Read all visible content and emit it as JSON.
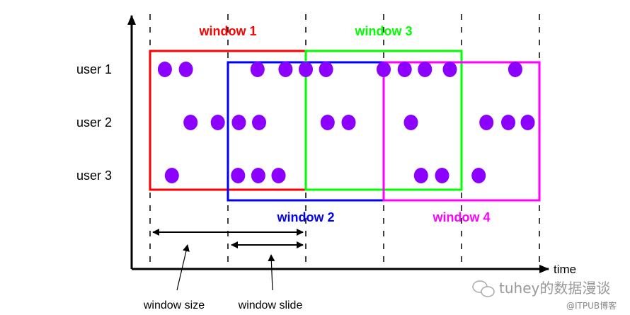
{
  "diagram": {
    "rows": [
      "user 1",
      "user 2",
      "user 3"
    ],
    "time_label": "time",
    "window_size_label": "window size",
    "window_slide_label": "window slide",
    "window_size_units": 2,
    "window_slide_units": 1,
    "windows": [
      {
        "label": "window 1",
        "start": 0,
        "end": 2,
        "color": "#ff0000"
      },
      {
        "label": "window 2",
        "start": 1,
        "end": 3,
        "color": "#0000ff"
      },
      {
        "label": "window 3",
        "start": 2,
        "end": 4,
        "color": "#00ff00"
      },
      {
        "label": "window 4",
        "start": 3,
        "end": 5,
        "color": "#ff00ff"
      }
    ],
    "dot_color": "#8b00ff",
    "events": [
      [
        0.19,
        0.46,
        1.38,
        1.74,
        2.0,
        2.26,
        3.0,
        3.27,
        3.53,
        3.85,
        4.69
      ],
      [
        0.52,
        0.87,
        1.14,
        1.4,
        2.28,
        2.55,
        3.35,
        4.32,
        4.6,
        4.85
      ],
      [
        0.28,
        1.13,
        1.39,
        1.65,
        3.48,
        3.75,
        4.22
      ]
    ]
  },
  "watermark": {
    "text": "tuhey的数据漫谈",
    "source": "@ITPUB博客"
  }
}
